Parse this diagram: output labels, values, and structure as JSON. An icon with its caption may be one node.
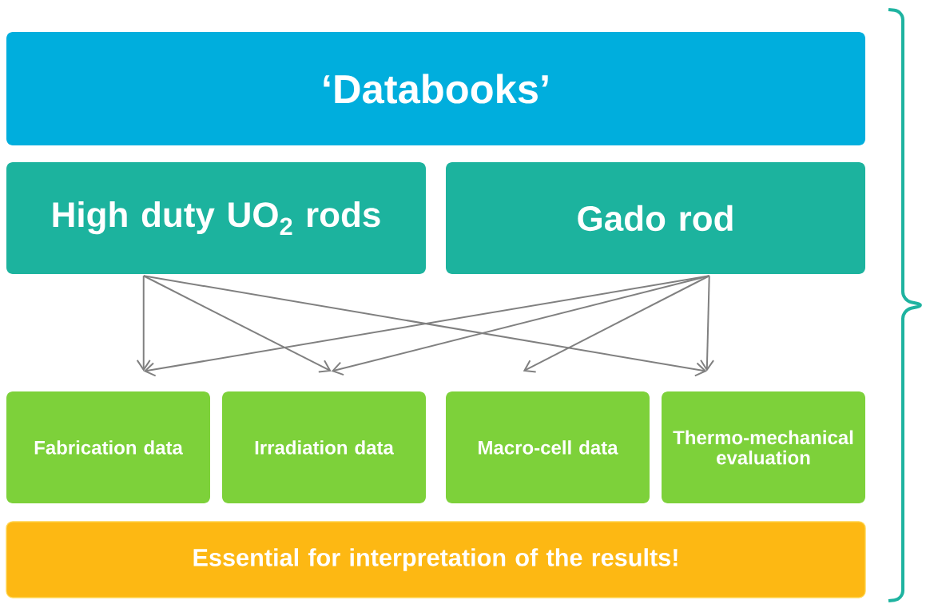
{
  "diagram": {
    "nodes": [
      {
        "text": [
          "‘Databooks’"
        ]
      },
      {
        "text": [
          "High duty UO$_{2}$ rods"
        ]
      },
      {
        "text": [
          "Gado rod"
        ]
      },
      {
        "text": [
          "Fabrication data"
        ]
      },
      {
        "text": [
          "Irradiation data"
        ]
      },
      {
        "text": [
          "Macro-cell data"
        ]
      },
      {
        "text": [
          "Thermo-mechanical evaluation"
        ]
      },
      {
        "text": [
          "Essential for interpretation of the results!"
        ]
      }
    ],
    "edges": [
      {
        "from": 1,
        "to": 3,
        "arrow": "to"
      },
      {
        "from": 1,
        "to": 4,
        "arrow": "to"
      },
      {
        "from": 1,
        "to": 6,
        "arrow": "to"
      },
      {
        "from": 2,
        "to": 3,
        "arrow": "to"
      },
      {
        "from": 2,
        "to": 4,
        "arrow": "to"
      },
      {
        "from": 2,
        "to": 5,
        "arrow": "to"
      },
      {
        "from": 2,
        "to": 6,
        "arrow": "to"
      }
    ]
  }
}
